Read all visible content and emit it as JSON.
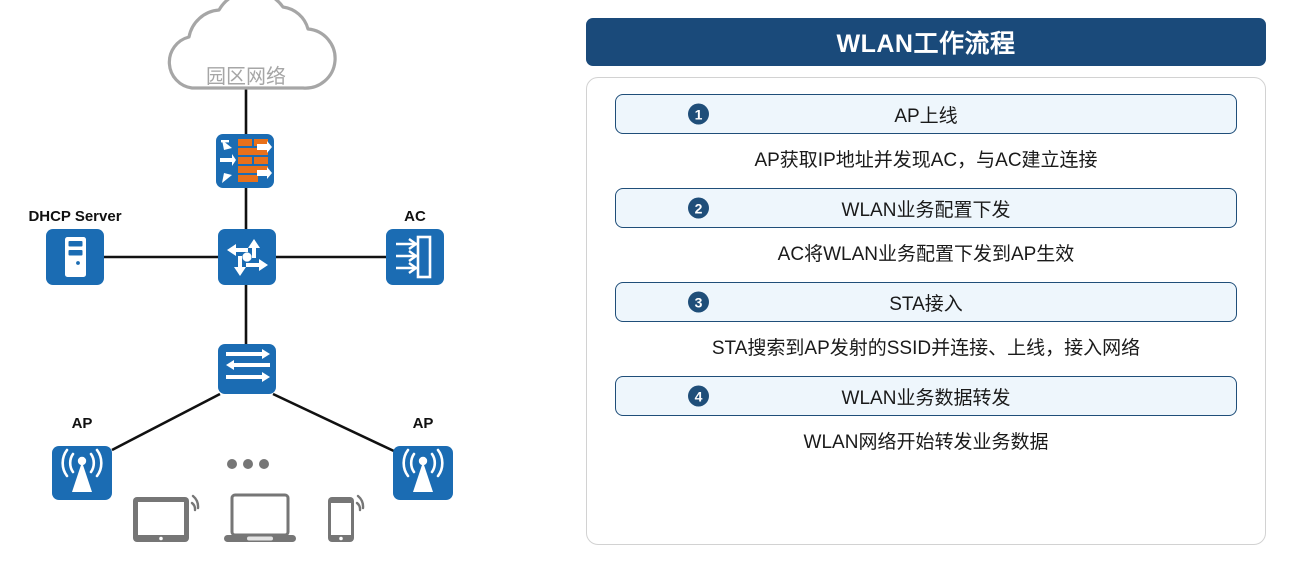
{
  "topology": {
    "cloud": {
      "label": "园区网络",
      "icon": "cloud-icon",
      "color": "#a6a6a6"
    },
    "firewall": {
      "label": "",
      "icon": "firewall-icon",
      "color": "#1b6cb3",
      "accent": "#e8701a"
    },
    "dhcp": {
      "label": "DHCP Server",
      "icon": "server-icon",
      "color": "#1b6cb3"
    },
    "router": {
      "label": "",
      "icon": "router-icon",
      "color": "#1b6cb3"
    },
    "ac": {
      "label": "AC",
      "icon": "ac-controller-icon",
      "color": "#1b6cb3"
    },
    "switch": {
      "label": "",
      "icon": "switch-icon",
      "color": "#1b6cb3"
    },
    "ap_left": {
      "label": "AP",
      "icon": "access-point-icon",
      "color": "#1b6cb3"
    },
    "ap_right": {
      "label": "AP",
      "icon": "access-point-icon",
      "color": "#1b6cb3"
    },
    "ellipsis": "•••",
    "clients": [
      {
        "name": "tablet-device-icon",
        "color": "#767676"
      },
      {
        "name": "laptop-device-icon",
        "color": "#767676"
      },
      {
        "name": "smartphone-device-icon",
        "color": "#767676"
      }
    ]
  },
  "flow": {
    "title": "WLAN工作流程",
    "title_bg": "#1a4a7a",
    "box_border": "#1f4e79",
    "box_fill": "#eef6fc",
    "steps": [
      {
        "num": "1",
        "title": "AP上线",
        "desc": "AP获取IP地址并发现AC，与AC建立连接"
      },
      {
        "num": "2",
        "title": "WLAN业务配置下发",
        "desc": "AC将WLAN业务配置下发到AP生效"
      },
      {
        "num": "3",
        "title": "STA接入",
        "desc": "STA搜索到AP发射的SSID并连接、上线，接入网络"
      },
      {
        "num": "4",
        "title": "WLAN业务数据转发",
        "desc": "WLAN网络开始转发业务数据"
      }
    ]
  }
}
